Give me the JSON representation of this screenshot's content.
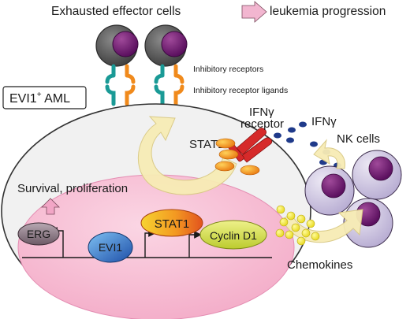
{
  "title": {
    "left": "Exhausted effector cells",
    "right": "leukemia progression"
  },
  "labels": {
    "inhibitory_receptors": "Inhibitory receptors",
    "inhibitory_receptor_ligands": "Inhibitory receptor ligands",
    "evi1_aml_main": "EVI1",
    "evi1_aml_sup": "+",
    "evi1_aml_suffix": " AML",
    "ifng_receptor_line1": "IFNγ",
    "ifng_receptor_line2": "receptor",
    "ifng": "IFNγ",
    "nk_cells": "NK cells",
    "stat1_cytoplasm": "STAT1",
    "survival_proliferation": "Survival, proliferation",
    "chemokines": "Chemokines"
  },
  "genes": {
    "erg": "ERG",
    "evi1": "EVI1",
    "stat1": "STAT1",
    "cyclin_d1": "Cyclin D1"
  },
  "colors": {
    "cell_membrane": "#333333",
    "nucleus_fill": "#f6b8cf",
    "cytoplasm_fill": "#f1f1f1",
    "effector_cell_outer": "#5a5a5a",
    "effector_nucleus": "#6e1f78",
    "receptor_teal": "#1a9a96",
    "ligand_orange": "#f08a1c",
    "arrow_cream": "#f7ecb5",
    "ifng_receptor_red": "#d62a2a",
    "ifng_dots_blue": "#1f3a8a",
    "stat1_orange": "#f28a1a",
    "chemokine_yellow": "#f2ea2a",
    "nk_cell_fill": "#cbc3df",
    "nk_nucleus": "#7e1a78",
    "erg_fill": "#8b7a86",
    "evi1_fill": "#2a6fbf",
    "cyclin_fill": "#d7e04a",
    "pink_arrow": "#f2a6c6"
  }
}
